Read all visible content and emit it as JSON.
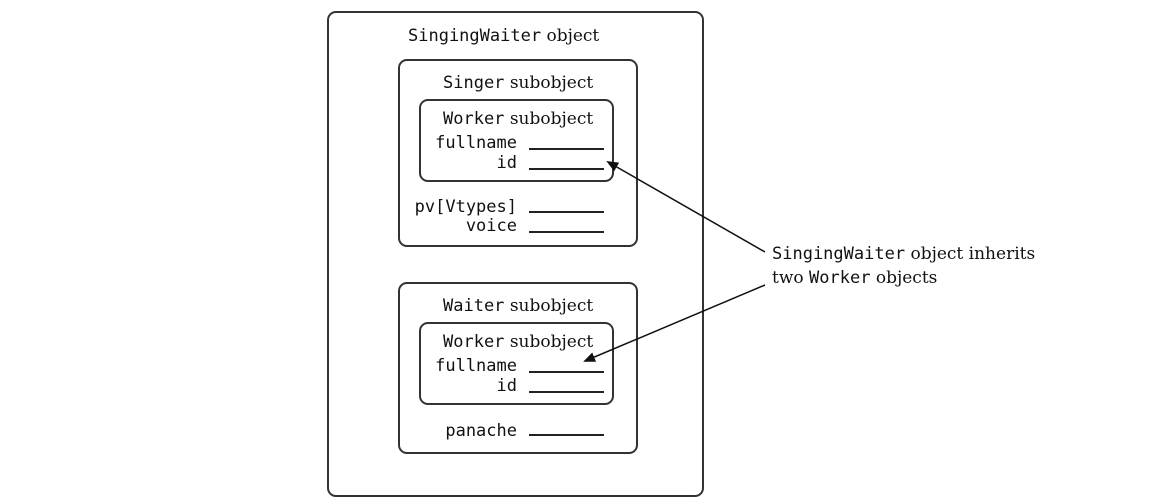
{
  "outer": {
    "class_name": "SingingWaiter",
    "suffix": " object"
  },
  "singer": {
    "class_name": "Singer",
    "suffix": " subobject",
    "worker": {
      "class_name": "Worker",
      "suffix": " subobject",
      "fields": [
        "fullname",
        "id"
      ]
    },
    "fields": [
      "pv[Vtypes]",
      "voice"
    ]
  },
  "waiter": {
    "class_name": "Waiter",
    "suffix": " subobject",
    "worker": {
      "class_name": "Worker",
      "suffix": " subobject",
      "fields": [
        "fullname",
        "id"
      ]
    },
    "fields": [
      "panache"
    ]
  },
  "annotation": {
    "line1_code": "SingingWaiter",
    "line1_text": " object inherits",
    "line2_prefix": "two ",
    "line2_code": "Worker",
    "line2_suffix": " objects"
  },
  "colors": {
    "stroke": "#333333",
    "text": "#111111"
  }
}
